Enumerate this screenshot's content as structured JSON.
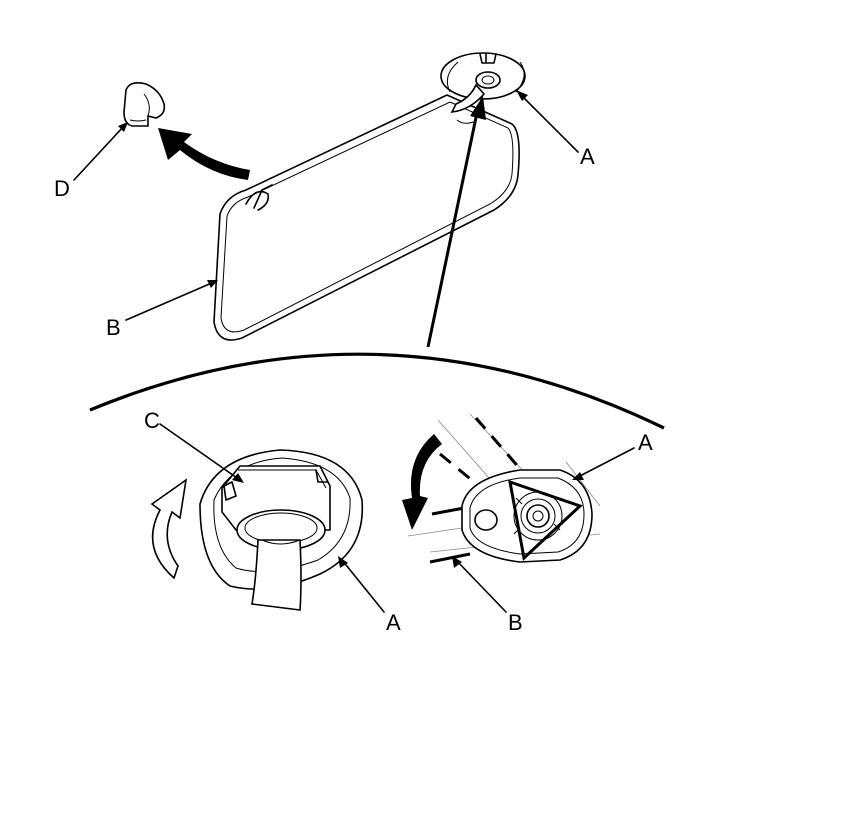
{
  "callouts": {
    "top_a": "A",
    "top_b": "B",
    "top_d": "D",
    "detail_c": "C",
    "detail_left_a": "A",
    "detail_right_a": "A",
    "detail_right_b": "B"
  },
  "colors": {
    "line": "#000000",
    "background": "#ffffff"
  }
}
